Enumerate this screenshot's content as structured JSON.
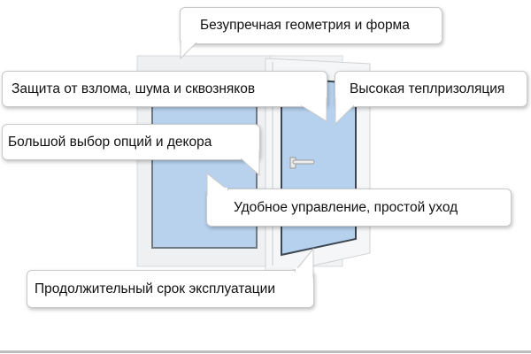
{
  "callouts": {
    "geometry": "Безупречная геометрия и форма",
    "protection": "Защита от взлома, шума и сквозняков",
    "insulation": "Высокая теплризоляция",
    "options": "Большой выбор опций и декора",
    "control": "Удобное управление, простой уход",
    "lifetime": "Продолжительный срок эксплуатации"
  },
  "colors": {
    "glass": "#b9d4ef",
    "frame": "#f1f2f4",
    "border": "#c9c9c9"
  }
}
